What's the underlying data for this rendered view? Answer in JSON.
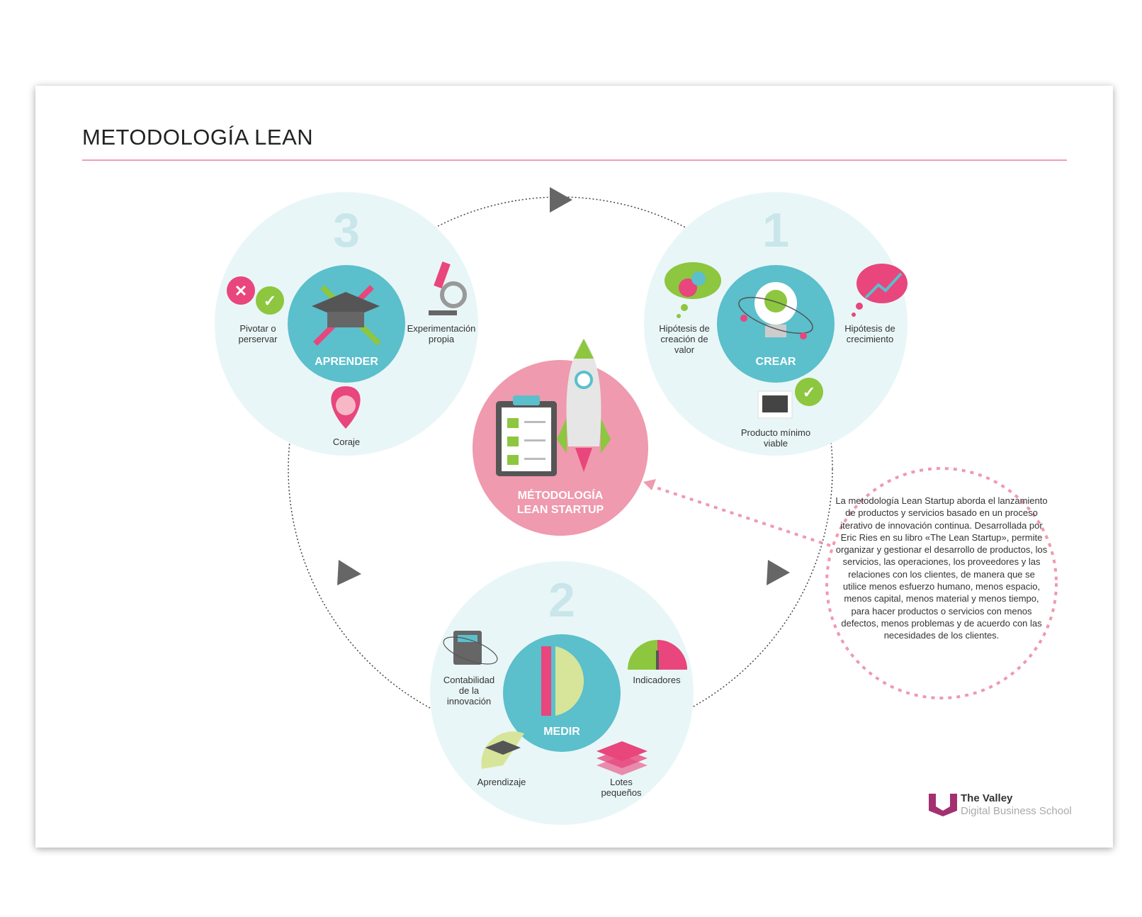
{
  "title": "METODOLOGÍA LEAN",
  "center": {
    "label_1": "MÉTODOLOGÍA",
    "label_2": "LEAN STARTUP"
  },
  "steps": [
    {
      "number": "1",
      "name": "CREAR",
      "items": [
        "Hipótesis de creación de valor",
        "Hipótesis de crecimiento",
        "Producto mínimo viable"
      ]
    },
    {
      "number": "2",
      "name": "MEDIR",
      "items": [
        "Contabilidad de la innovación",
        "Indicadores",
        "Aprendizaje",
        "Lotes pequeños"
      ]
    },
    {
      "number": "3",
      "name": "APRENDER",
      "items": [
        "Pivotar o perservar",
        "Experimentación propia",
        "Coraje"
      ]
    }
  ],
  "description": "La metodología Lean Startup aborda el lanzamiento de productos y servicios basado en un proceso iterativo de innovación continua. Desarrollada por Eric Ries en su libro «The Lean Startup», permite organizar y gestionar el desarrollo de productos, los servicios, las operaciones, los proveedores y las relaciones con los clientes, de manera que se utilice menos esfuerzo humano, menos espacio, menos capital, menos material y menos tiempo, para hacer productos o servicios con menos defectos, menos problemas y de acuerdo con las necesidades de los clientes.",
  "logo": {
    "name": "The Valley",
    "subtitle": "Digital Business School"
  },
  "colors": {
    "teal": "#5bbfcc",
    "pale_teal": "#e9f6f7",
    "pink": "#ef9aae",
    "magenta": "#e8467c",
    "green": "#8dc63f"
  }
}
